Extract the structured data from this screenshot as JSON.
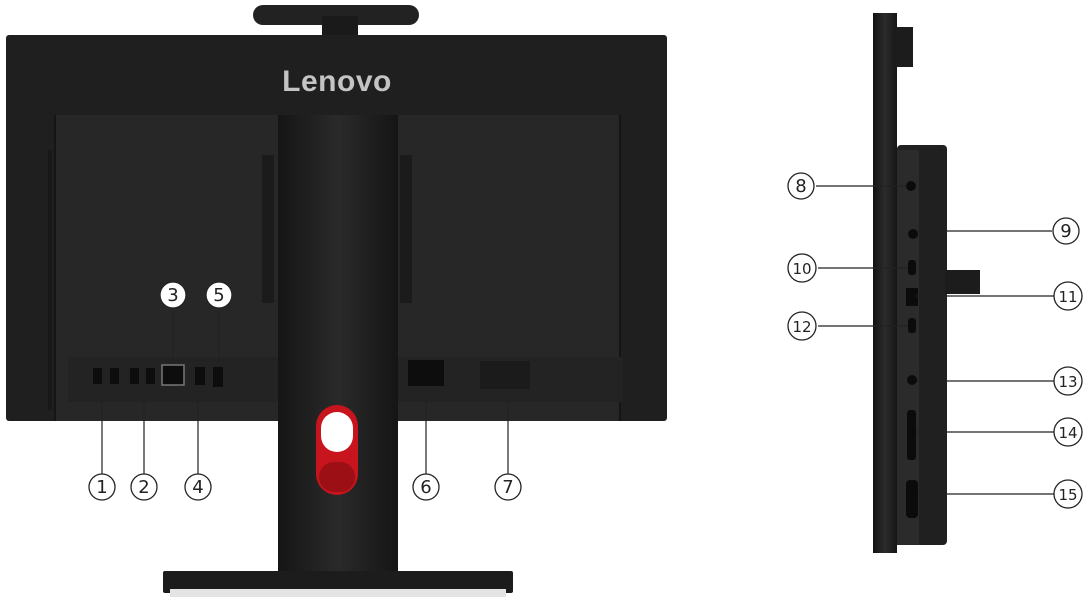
{
  "brand": {
    "name": "Lenovo"
  },
  "colors": {
    "body": "#1f1f1f",
    "bezel": "#262626",
    "panel": "#2b2b2b",
    "accent": "#c8141c",
    "callout_line": "#222222"
  },
  "callouts": [
    {
      "id": "1",
      "label": "1"
    },
    {
      "id": "2",
      "label": "2"
    },
    {
      "id": "3",
      "label": "3"
    },
    {
      "id": "4",
      "label": "4"
    },
    {
      "id": "5",
      "label": "5"
    },
    {
      "id": "6",
      "label": "6"
    },
    {
      "id": "7",
      "label": "7"
    },
    {
      "id": "8",
      "label": "8"
    },
    {
      "id": "9",
      "label": "9"
    },
    {
      "id": "10",
      "label": "10"
    },
    {
      "id": "11",
      "label": "11"
    },
    {
      "id": "12",
      "label": "12"
    },
    {
      "id": "13",
      "label": "13"
    },
    {
      "id": "14",
      "label": "14"
    },
    {
      "id": "15",
      "label": "15"
    }
  ]
}
